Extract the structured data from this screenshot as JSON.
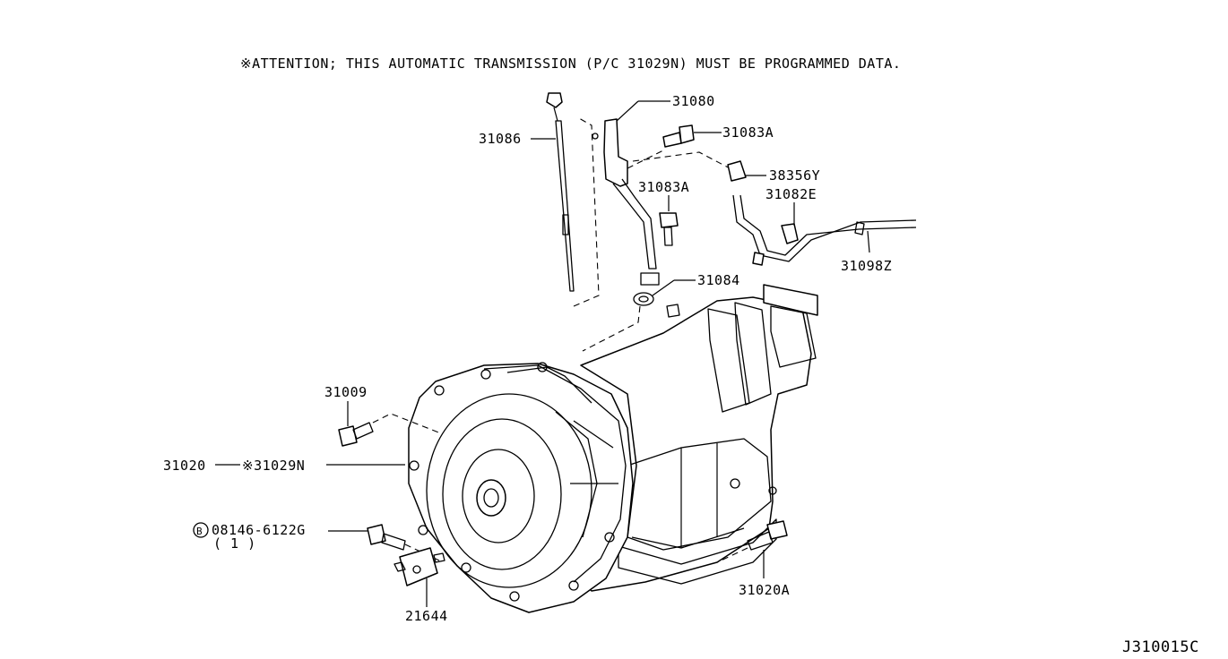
{
  "attention": "※ATTENTION; THIS AUTOMATIC TRANSMISSION (P/C  31029N) MUST BE PROGRAMMED DATA.",
  "labels": {
    "p31080": "31080",
    "p31083a_top": "31083A",
    "p38356y": "38356Y",
    "p31086": "31086",
    "p31083a_mid": "31083A",
    "p31082e": "31082E",
    "p31098z": "31098Z",
    "p31084": "31084",
    "p31009": "31009",
    "p31020": "31020",
    "p31029n": "※31029N",
    "p08146": "08146-6122G",
    "p08146_qty": "( 1 )",
    "p08146_prefix": "B",
    "p31020a": "31020A",
    "p21644": "21644"
  },
  "diagram_code": "J310015C"
}
